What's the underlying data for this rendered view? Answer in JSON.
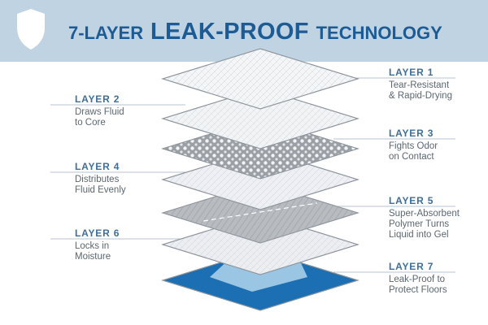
{
  "banner": {
    "title_prefix": "7-LAYER",
    "title_emphasis": "LEAK-PROOF",
    "title_suffix": "TECHNOLOGY",
    "background": "#bfd3e3",
    "title_color": "#1d5b94",
    "icon": "shield-icon"
  },
  "layers": [
    {
      "name": "LAYER 1",
      "desc": [
        "Tear-Resistant",
        "& Rapid-Drying"
      ],
      "side": "right",
      "fill": "#f4f6f8",
      "texture": "mesh"
    },
    {
      "name": "LAYER 2",
      "desc": [
        "Draws Fluid",
        "to Core"
      ],
      "side": "left",
      "fill": "#f2f4f6",
      "texture": "mesh"
    },
    {
      "name": "LAYER 3",
      "desc": [
        "Fights Odor",
        "on Contact"
      ],
      "side": "right",
      "fill": "#9aa0a6",
      "texture": "dots"
    },
    {
      "name": "LAYER 4",
      "desc": [
        "Distributes",
        "Fluid Evenly"
      ],
      "side": "left",
      "fill": "#eef0f3",
      "texture": "mesh"
    },
    {
      "name": "LAYER 5",
      "desc": [
        "Super-Absorbent",
        "Polymer Turns",
        "Liquid into Gel"
      ],
      "side": "right",
      "fill": "#b8bcc1",
      "texture": "stripes"
    },
    {
      "name": "LAYER 6",
      "desc": [
        "Locks in",
        "Moisture"
      ],
      "side": "left",
      "fill": "#eceef1",
      "texture": "mesh"
    },
    {
      "name": "LAYER 7",
      "desc": [
        "Leak-Proof to",
        "Protect Floors"
      ],
      "side": "right",
      "fill": "#1c6fb2",
      "texture": "solid"
    }
  ],
  "colors": {
    "label_name": "#3f6f98",
    "label_desc": "#5b6771",
    "leader_line": "#b7c3cc",
    "sheet_edge": "#8d959c"
  }
}
